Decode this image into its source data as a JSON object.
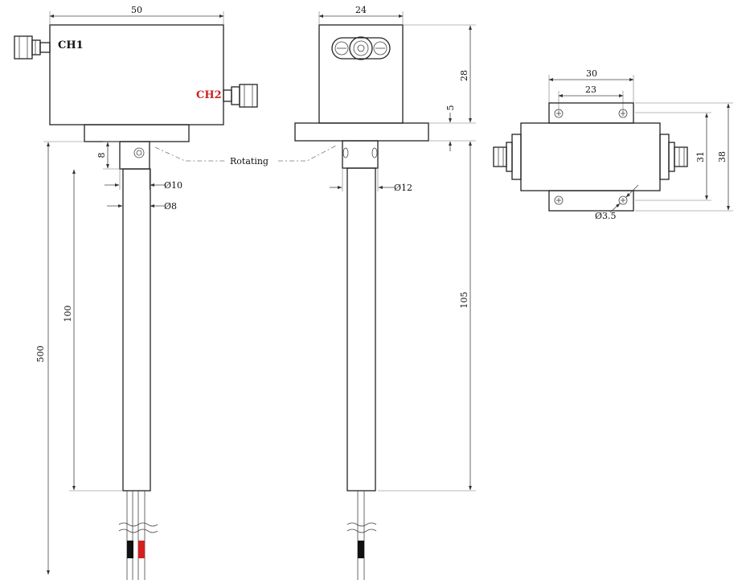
{
  "labels": {
    "ch1": "CH1",
    "ch2": "CH2",
    "rotating": "Rotating"
  },
  "front_view": {
    "width": "50",
    "collar_height": "8",
    "rotor_diameter": "Ø10",
    "shaft_diameter": "Ø8",
    "shaft_length": "100",
    "total_length": "500"
  },
  "side_view": {
    "width": "24",
    "body_height": "28",
    "flange_thickness": "5",
    "shaft_diameter": "Ø12",
    "shaft_length": "105"
  },
  "bottom_view": {
    "outer_width": "30",
    "hole_spacing": "23",
    "body_height": "31",
    "flange_height": "38",
    "hole_diameter": "Ø3.5"
  },
  "colors": {
    "ch2_label": "#cc2222",
    "wire_red": "#d42020",
    "wire_black": "#111111"
  }
}
